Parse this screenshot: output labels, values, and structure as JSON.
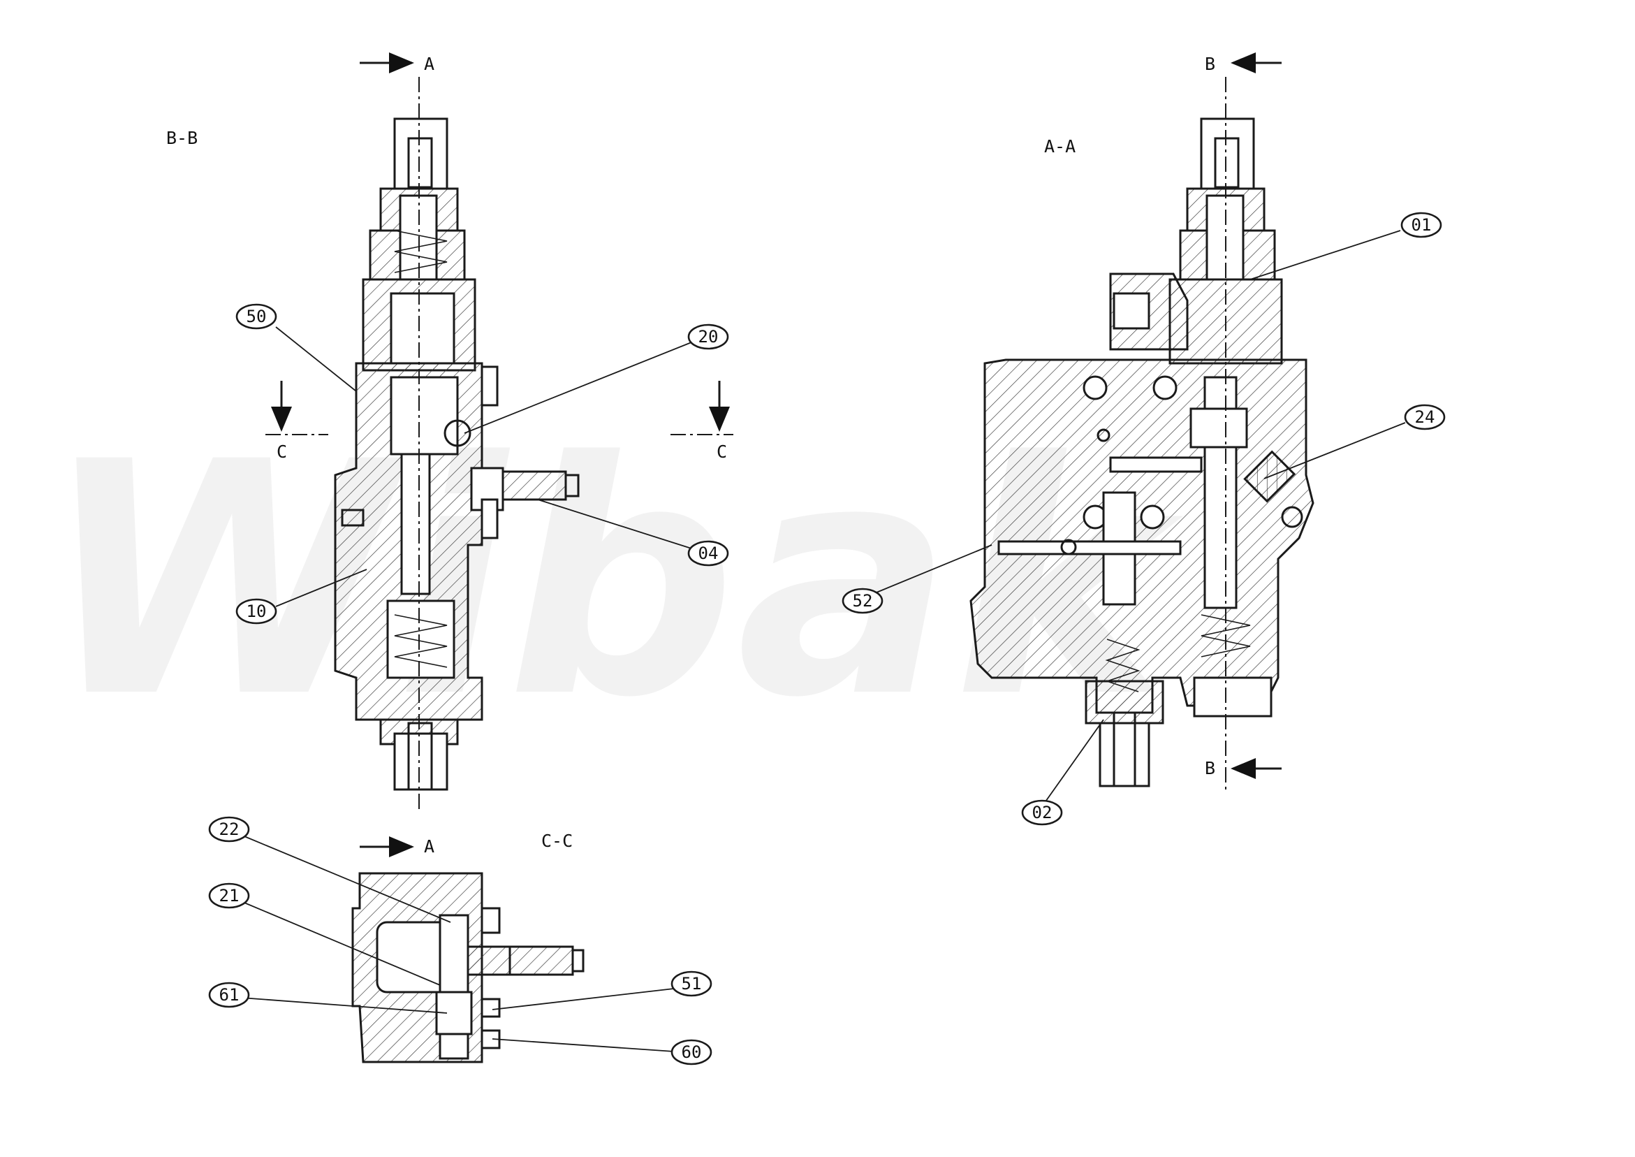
{
  "watermark": "Wibak",
  "views": {
    "bb": {
      "title": "B-B"
    },
    "aa": {
      "title": "A-A"
    },
    "cc": {
      "title": "C-C"
    }
  },
  "section_marks": {
    "a_top": "A",
    "a_bottom": "A",
    "b_top": "B",
    "b_bottom": "B",
    "c_left": "C",
    "c_right": "C"
  },
  "balloons": {
    "b50": "50",
    "b20": "20",
    "b04": "04",
    "b10": "10",
    "b01": "01",
    "b24": "24",
    "b52": "52",
    "b02": "02",
    "b22": "22",
    "b21": "21",
    "b61": "61",
    "b51": "51",
    "b60": "60"
  }
}
